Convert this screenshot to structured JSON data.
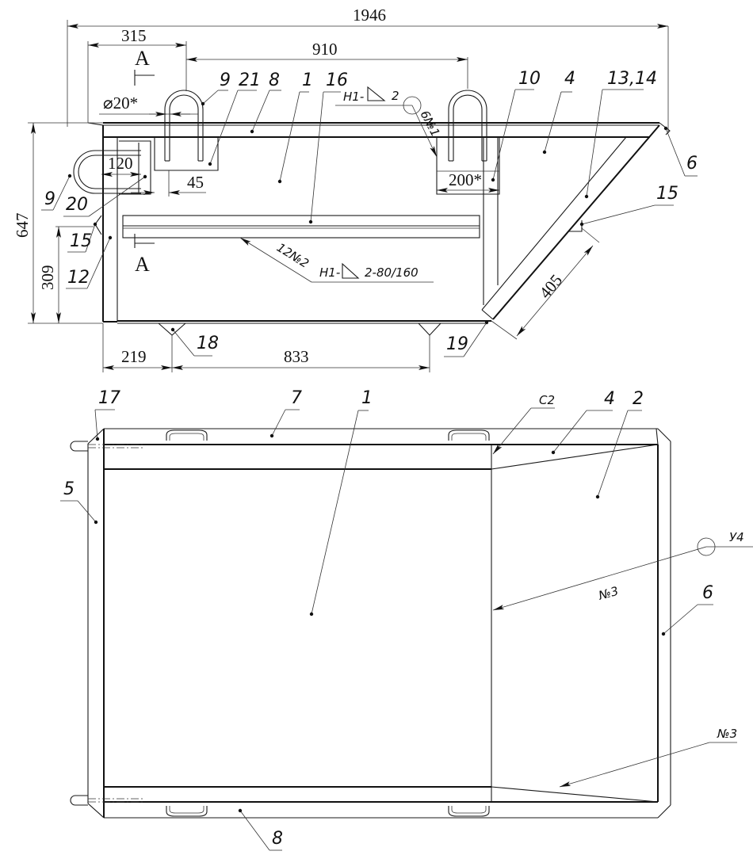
{
  "drawing": {
    "side_view": {
      "dimensions": {
        "overall_length": "1946",
        "section_offset": "315",
        "handle_spacing": "910",
        "handle_rod_dia": "⌀20*",
        "handle_width": "120",
        "handle_offset": "45",
        "plate_width": "200*",
        "overall_height": "647",
        "lower_height": "309",
        "leg_offset": "219",
        "leg_spacing": "833",
        "chute_length": "405"
      },
      "section_label": "A",
      "callouts": {
        "p9_top": "9",
        "p21": "21",
        "p8": "8",
        "p1": "1",
        "p16": "16",
        "p10": "10",
        "p4": "4",
        "p13_14": "13,14",
        "p6": "6",
        "p15_right": "15",
        "p9_left": "9",
        "p20": "20",
        "p15_left": "15",
        "p12": "12",
        "p18": "18",
        "p19": "19"
      },
      "weld_notes": {
        "top_weld": "H1-",
        "top_weld_size": "2",
        "top_weld_tag": "6№1",
        "bottom_weld": "H1-",
        "bottom_weld_size": "2-80/160",
        "bottom_weld_tag": "12№2"
      }
    },
    "top_view": {
      "callouts": {
        "p17": "17",
        "p7": "7",
        "p1": "1",
        "c2": "C2",
        "p4": "4",
        "p2": "2",
        "p5": "5",
        "p6": "6",
        "p8": "8",
        "weld_no3_upper": "№3",
        "weld_no3_lower": "№3",
        "weld_y4": "У4"
      }
    }
  }
}
